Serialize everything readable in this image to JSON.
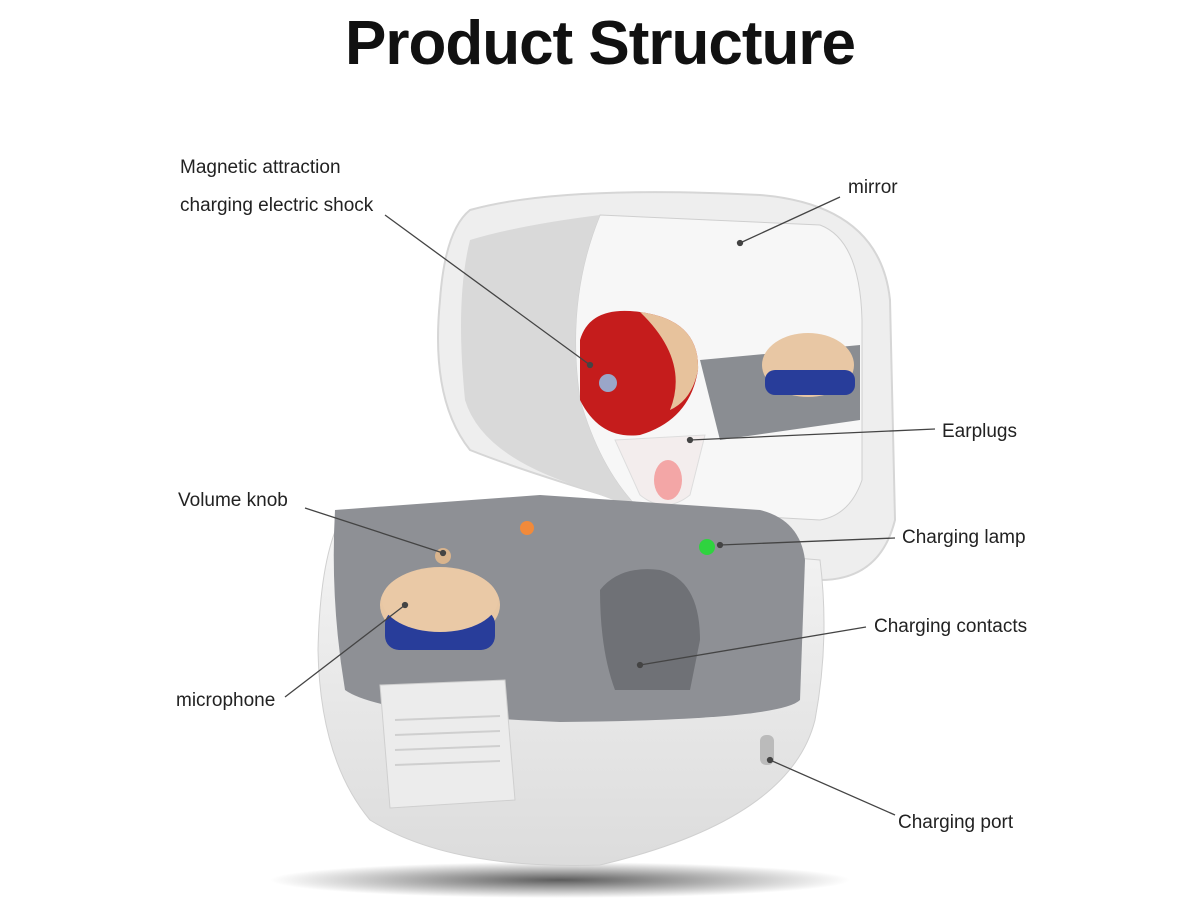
{
  "title": "Product Structure",
  "labels": {
    "magnetic_1": "Magnetic attraction",
    "magnetic_2": "charging electric shock",
    "mirror": "mirror",
    "earplugs": "Earplugs",
    "volume_knob": "Volume knob",
    "charging_lamp": "Charging lamp",
    "charging_contacts": "Charging contacts",
    "microphone": "microphone",
    "charging_port": "Charging port"
  }
}
